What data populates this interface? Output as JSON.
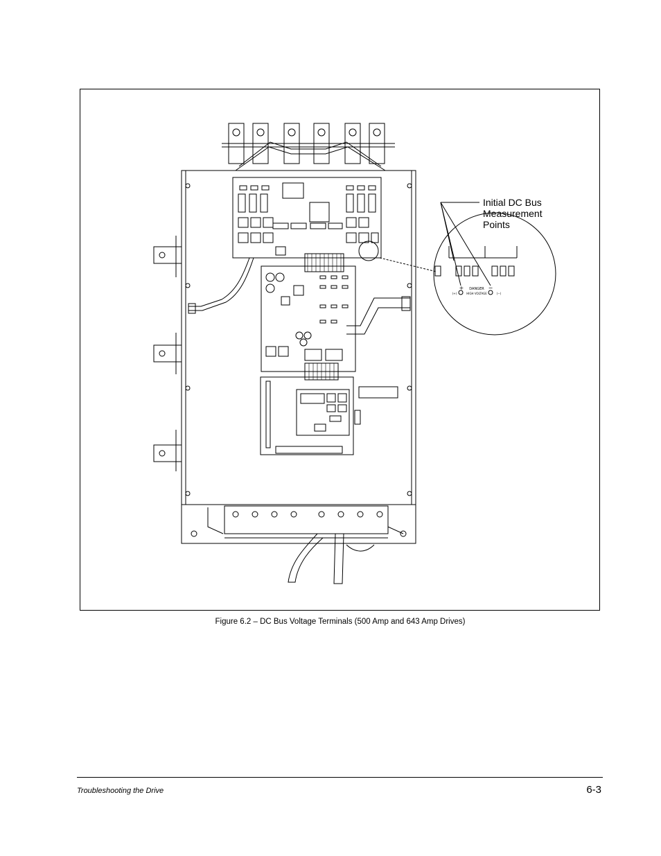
{
  "figure": {
    "callout_lines": [
      "Initial DC Bus",
      "Measurement",
      "Points"
    ],
    "caption": "Figure 6.2 – DC Bus Voltage Terminals (500 Amp and 643 Amp Drives)",
    "magnifier": {
      "warning_title": "DANGER",
      "warning_subtitle": "HIGH VOLTAGE",
      "plus_sign": "+",
      "minus_sign": "−",
      "plus_label": "(+)",
      "minus_label": "(−)"
    }
  },
  "footer": {
    "section_title": "Troubleshooting the Drive",
    "page_number": "6-3"
  }
}
